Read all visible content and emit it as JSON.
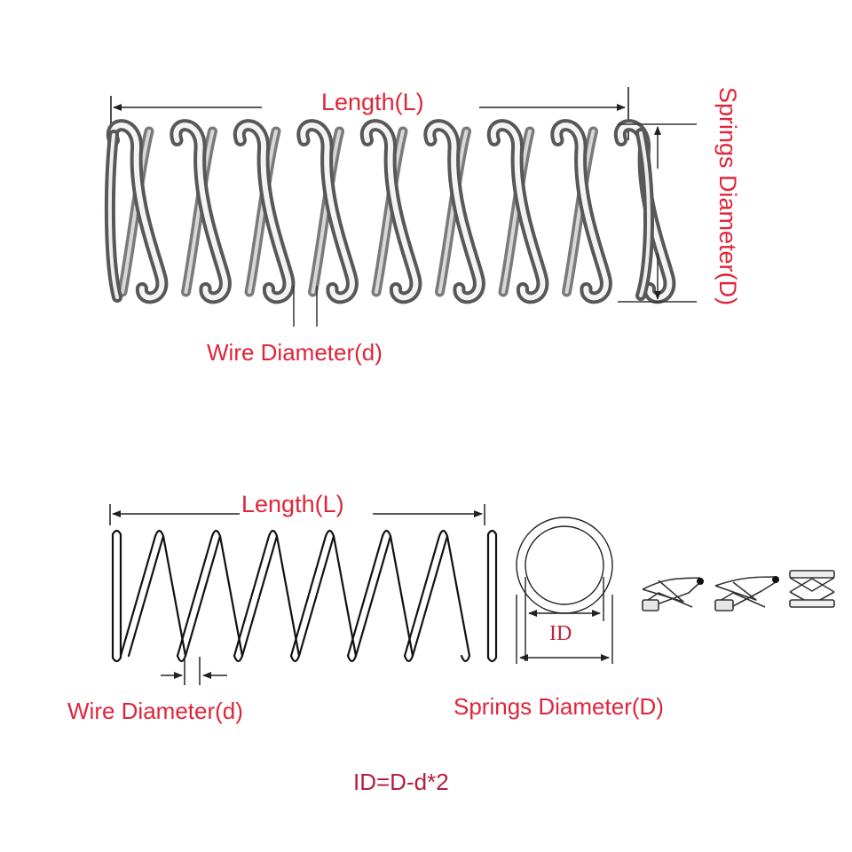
{
  "labels": {
    "length_top": "Length(L)",
    "wire_diameter_top": "Wire Diameter(d)",
    "springs_diameter_top": "Springs Diameter(D)",
    "length_bottom": "Length(L)",
    "inner_diameter": "ID",
    "wire_diameter_bottom": "Wire Diameter(d)",
    "springs_diameter_bottom": "Springs Diameter(D)",
    "formula": "ID=D-d*2"
  },
  "colors": {
    "label_red": "#e0243a",
    "formula_red": "#b21e3e",
    "line": "#111111",
    "steel_light": "#f1f1f1",
    "steel_dark": "#5a5a5a"
  },
  "icons": {
    "photo_spring": "compression-spring-photo",
    "drawn_spring": "zigzag-spring-drawing",
    "cross_section": "ring-cross-section",
    "end_types": [
      "open-end-spring",
      "closed-end-spring",
      "closed-ground-end-spring"
    ]
  }
}
